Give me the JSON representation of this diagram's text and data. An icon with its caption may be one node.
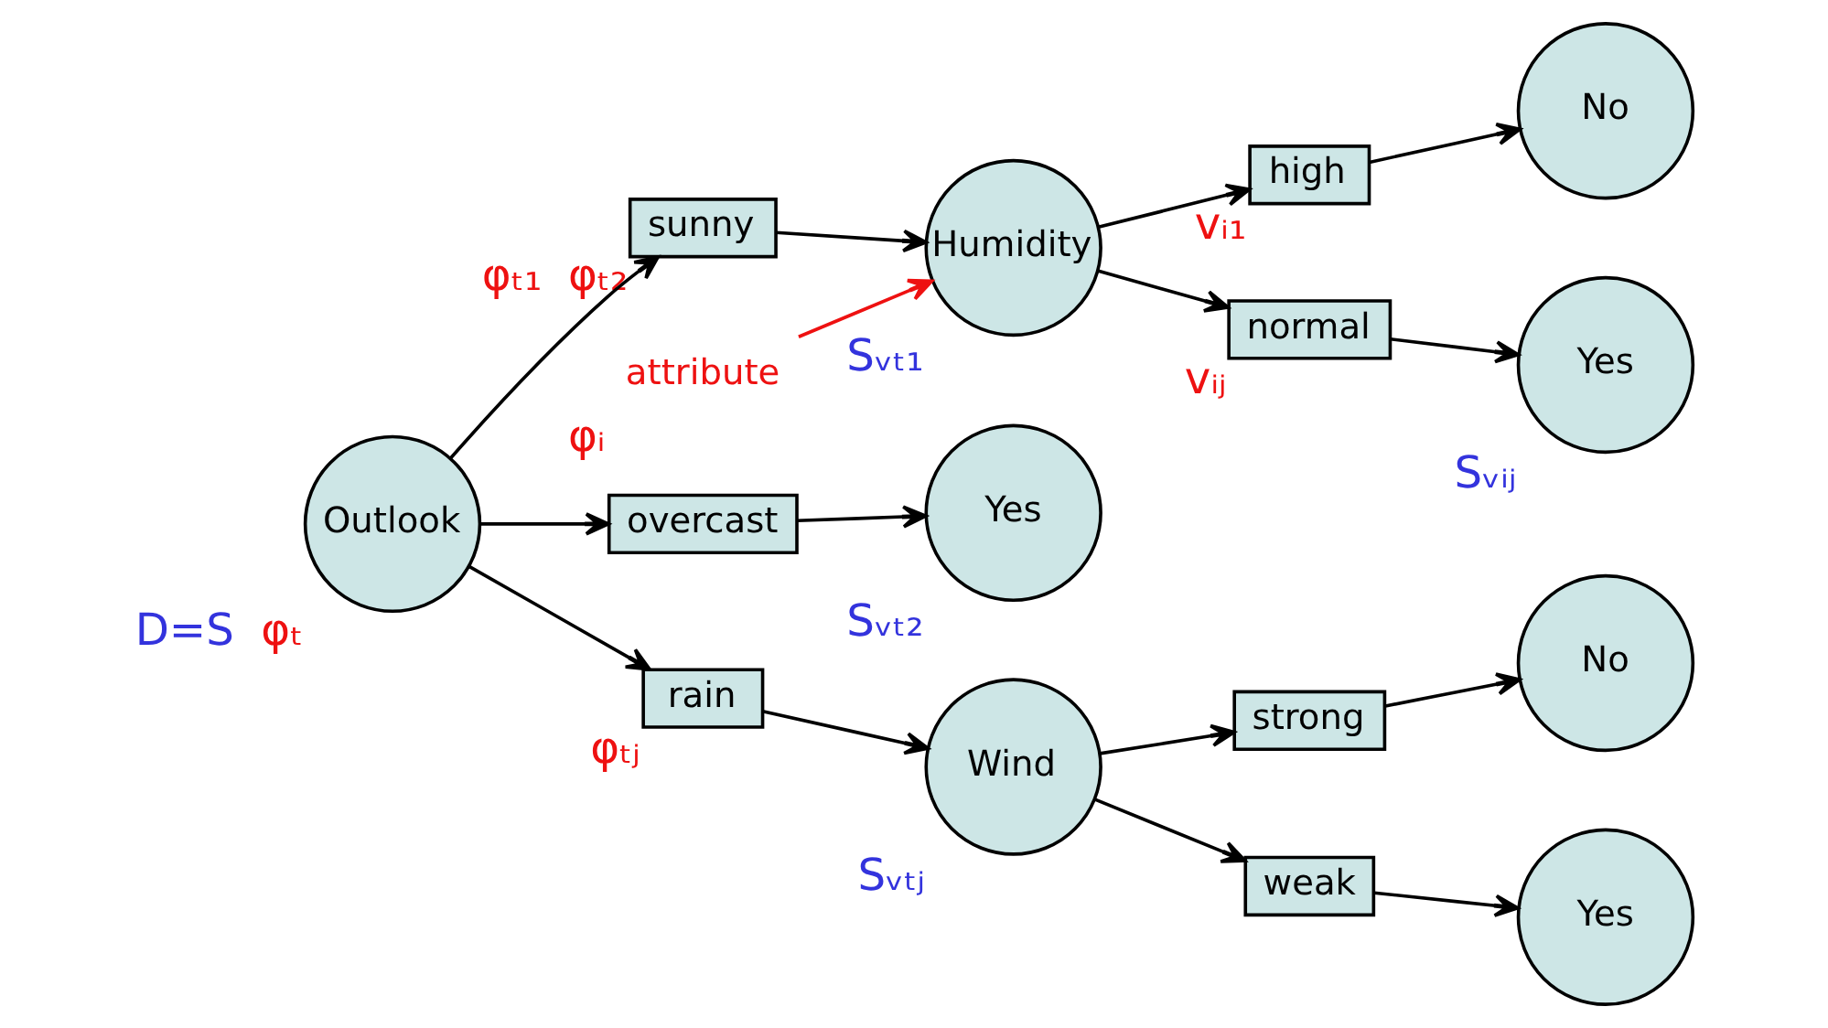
{
  "diagram": {
    "nodes": [
      {
        "text": [
          "Outlook"
        ],
        "beside": [
          "D=S",
          "φₜ"
        ]
      },
      {
        "text": [
          "sunny"
        ],
        "beside": [
          "φₜ₁",
          "φₜ₂"
        ]
      },
      {
        "text": [
          "overcast"
        ]
      },
      {
        "text": [
          "rain"
        ],
        "beside": [
          "φₜⱼ"
        ]
      },
      {
        "text": [
          "Humidity"
        ],
        "beside": [
          "Sᵥₜ₁"
        ]
      },
      {
        "text": [
          "Yes"
        ],
        "beside": [
          "Sᵥₜ₂"
        ]
      },
      {
        "text": [
          "Wind"
        ],
        "beside": [
          "Sᵥₜⱼ"
        ]
      },
      {
        "text": [
          "high"
        ],
        "beside": [
          "vᵢ₁"
        ]
      },
      {
        "text": [
          "normal"
        ],
        "beside": [
          "vᵢⱼ"
        ]
      },
      {
        "text": [
          "strong"
        ]
      },
      {
        "text": [
          "weak"
        ]
      },
      {
        "text": [
          "No"
        ]
      },
      {
        "text": [
          "Yes"
        ],
        "beside": [
          "Sᵥᵢⱼ"
        ]
      },
      {
        "text": [
          "No"
        ]
      },
      {
        "text": [
          "Yes"
        ]
      },
      {
        "text": [
          "attribute"
        ],
        "beside": [
          "φᵢ"
        ]
      }
    ],
    "edges": [
      {
        "from": 0,
        "to": 1,
        "arrow": "to"
      },
      {
        "from": 0,
        "to": 2,
        "arrow": "to"
      },
      {
        "from": 0,
        "to": 3,
        "arrow": "to"
      },
      {
        "from": 1,
        "to": 4,
        "arrow": "to"
      },
      {
        "from": 2,
        "to": 5,
        "arrow": "to"
      },
      {
        "from": 3,
        "to": 6,
        "arrow": "to"
      },
      {
        "from": 4,
        "to": 7,
        "arrow": "to"
      },
      {
        "from": 4,
        "to": 8,
        "arrow": "to"
      },
      {
        "from": 6,
        "to": 9,
        "arrow": "to"
      },
      {
        "from": 6,
        "to": 10,
        "arrow": "to"
      },
      {
        "from": 7,
        "to": 11,
        "arrow": "to"
      },
      {
        "from": 8,
        "to": 12,
        "arrow": "to"
      },
      {
        "from": 9,
        "to": 13,
        "arrow": "to"
      },
      {
        "from": 10,
        "to": 14,
        "arrow": "to"
      },
      {
        "from": 15,
        "to": 4,
        "arrow": "to",
        "color": "#ee1111"
      }
    ]
  }
}
